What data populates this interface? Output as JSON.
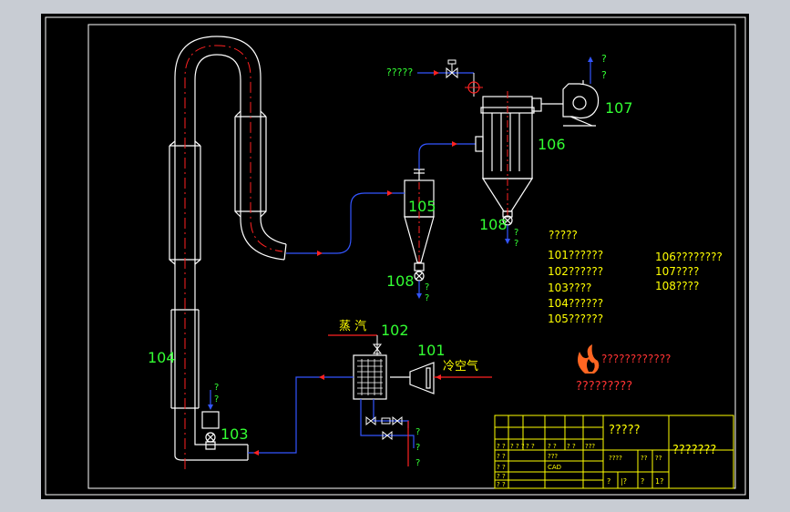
{
  "colors": {
    "background": "#000000",
    "frame": "#ffffff",
    "title_block": "#ffff00",
    "equipment": "#ffffff",
    "label": "#33ff33",
    "flow": "#3355ff",
    "hot": "#ff2222",
    "text_yellow": "#ffff00",
    "note": "#ff3333"
  },
  "labels": {
    "u101": "101",
    "u102": "102",
    "u103": "103",
    "u104": "104",
    "u105": "105",
    "u106": "106",
    "u107": "107",
    "u108a": "108",
    "u108b": "108",
    "steam": "蒸 汽",
    "cold_air": "冷空气",
    "feed": "?????",
    "exhaust_top_1": "?",
    "exhaust_top_2": "?",
    "out_108a_1": "?",
    "out_108a_2": "?",
    "out_108b_1": "?",
    "out_108b_2": "?",
    "feed_103_1": "?",
    "feed_103_2": "?",
    "drain_1": "?",
    "drain_2": "?",
    "drain_3": "?"
  },
  "legend": {
    "title": "?????",
    "col1": [
      "101??????",
      "102??????",
      "103????",
      "104??????",
      "105??????"
    ],
    "col2": [
      "106????????",
      "107????",
      "108????"
    ]
  },
  "company": {
    "name": "????????????",
    "subtitle": "?????????"
  },
  "title_block": {
    "drawing_name": "?????",
    "drawing_no": "???????",
    "cell_a": "? ?",
    "cell_b": "? ? ?",
    "cell_c": "? ?",
    "cell_d": "? ?",
    "cell_e": "? ?",
    "cell_f": "???",
    "cell_g": "? ?",
    "cell_h": "???",
    "cell_i": "? ?",
    "cell_j": "????",
    "cell_k": "??",
    "cell_l": "??",
    "cell_m": "? ?",
    "cell_n": "? ?",
    "cell_o": "CAD",
    "cell_p": "?",
    "cell_q": "|?",
    "cell_r": "?",
    "cell_s": "1?"
  }
}
